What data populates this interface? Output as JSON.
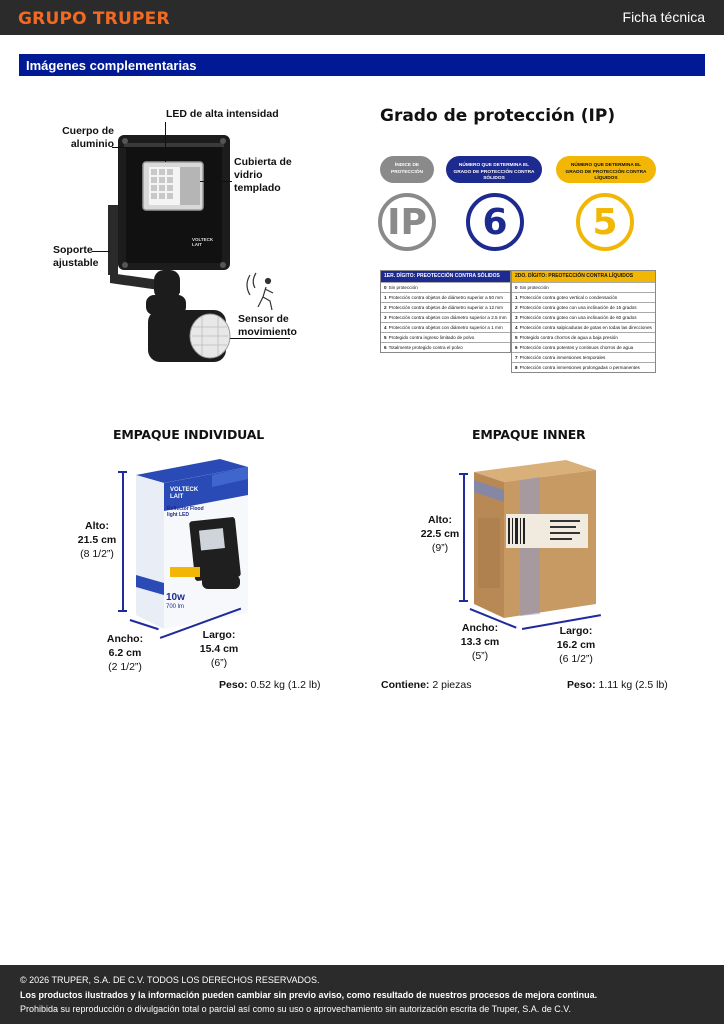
{
  "header": {
    "brand": "GRUPO TRUPER",
    "doc_type": "Ficha técnica"
  },
  "section": {
    "title": "Imágenes complementarias"
  },
  "product": {
    "callouts": {
      "led": "LED de alta intensidad",
      "body": "Cuerpo de aluminio",
      "glass": "Cubierta de vidrio templado",
      "support": "Soporte ajustable",
      "sensor": "Sensor de movimiento"
    },
    "badge": "VOLTECK LAIT"
  },
  "ip": {
    "title": "Grado de protección (IP)",
    "index_label": "ÍNDICE DE PROTECCIÓN",
    "solids_label": "NÚMERO QUE DETERMINA EL GRADO DE PROTECCIÓN CONTRA SÓLIDOS",
    "liquids_label": "NÚMERO QUE DETERMINA EL GRADO DE PROTECCIÓN CONTRA LÍQUIDOS",
    "index_value": "IP",
    "solids_value": "6",
    "liquids_value": "5",
    "colors": {
      "index": "#8a8a8a",
      "solids": "#1d2a8f",
      "liquids": "#f2b705"
    },
    "solids_table": {
      "header": "1ER. DÍGITO: PREOTECCIÓN CONTRA SÓLIDOS",
      "rows": [
        {
          "n": "0",
          "t": "Sin protección"
        },
        {
          "n": "1",
          "t": "Protección contra objetos de diámetro superior a 50 mm"
        },
        {
          "n": "2",
          "t": "Protección contra objetos de diámetro superior a 12 mm"
        },
        {
          "n": "3",
          "t": "Protección contra objetos con diámetro superior a 2.5 mm"
        },
        {
          "n": "4",
          "t": "Protección contra objetos con diámetro superior a 1 mm"
        },
        {
          "n": "5",
          "t": "Protegido contra ingreso limitado de polvo"
        },
        {
          "n": "6",
          "t": "Totalmente protegido contra el polvo"
        }
      ]
    },
    "liquids_table": {
      "header": "2DO. DÍGITO: PREOTECCIÓN CONTRA LÍQUIDOS",
      "rows": [
        {
          "n": "0",
          "t": "Sin protección"
        },
        {
          "n": "1",
          "t": "Protección contra goteo vertical o condensación"
        },
        {
          "n": "2",
          "t": "Protección contra goteo con una inclinación de 15 grados"
        },
        {
          "n": "3",
          "t": "Protección contra goteo con una inclinación de 60 grados"
        },
        {
          "n": "4",
          "t": "Protección contra salpicaduras de gotas en todas las direcciones"
        },
        {
          "n": "5",
          "t": "Protegido contra chorros de agua a baja presión"
        },
        {
          "n": "6",
          "t": "Protección contra potentes y continuos chorros de agua"
        },
        {
          "n": "7",
          "t": "Protección contra inmersiones temporales"
        },
        {
          "n": "8",
          "t": "Protección contra inmersiones prolongadas o permanentes"
        }
      ]
    }
  },
  "individual": {
    "title": "EMPAQUE INDIVIDUAL",
    "alto": {
      "label": "Alto:",
      "cm": "21.5 cm",
      "in": "(8 1/2”)"
    },
    "ancho": {
      "label": "Ancho:",
      "cm": "6.2 cm",
      "in": "(2 1/2”)"
    },
    "largo": {
      "label": "Largo:",
      "cm": "15.4 cm",
      "in": "(6”)"
    },
    "peso_label": "Peso:",
    "peso_value": "0.52 kg (1.2 lb)",
    "box_text": {
      "brand": "VOLTECK LAIT",
      "kind": "Reflector Flood light LED",
      "watts": "10w",
      "lumens": "700 lm"
    }
  },
  "inner": {
    "title": "EMPAQUE INNER",
    "alto": {
      "label": "Alto:",
      "cm": "22.5 cm",
      "in": "(9”)"
    },
    "ancho": {
      "label": "Ancho:",
      "cm": "13.3 cm",
      "in": "(5”)"
    },
    "largo": {
      "label": "Largo:",
      "cm": "16.2 cm",
      "in": "(6 1/2”)"
    },
    "contiene_label": "Contiene:",
    "contiene_value": "2 piezas",
    "peso_label": "Peso:",
    "peso_value": "1.11 kg (2.5 lb)"
  },
  "footer": {
    "line1": "© 2026 TRUPER, S.A. DE C.V. TODOS LOS DERECHOS RESERVADOS.",
    "line2": "Los productos ilustrados y la información pueden cambiar sin previo aviso, como resultado de nuestros procesos de mejora continua.",
    "line3": "Prohibida su reproducción o divulgación total o parcial así como su uso o aprovechamiento sin autorización escrita de Truper, S.A. de C.V."
  }
}
